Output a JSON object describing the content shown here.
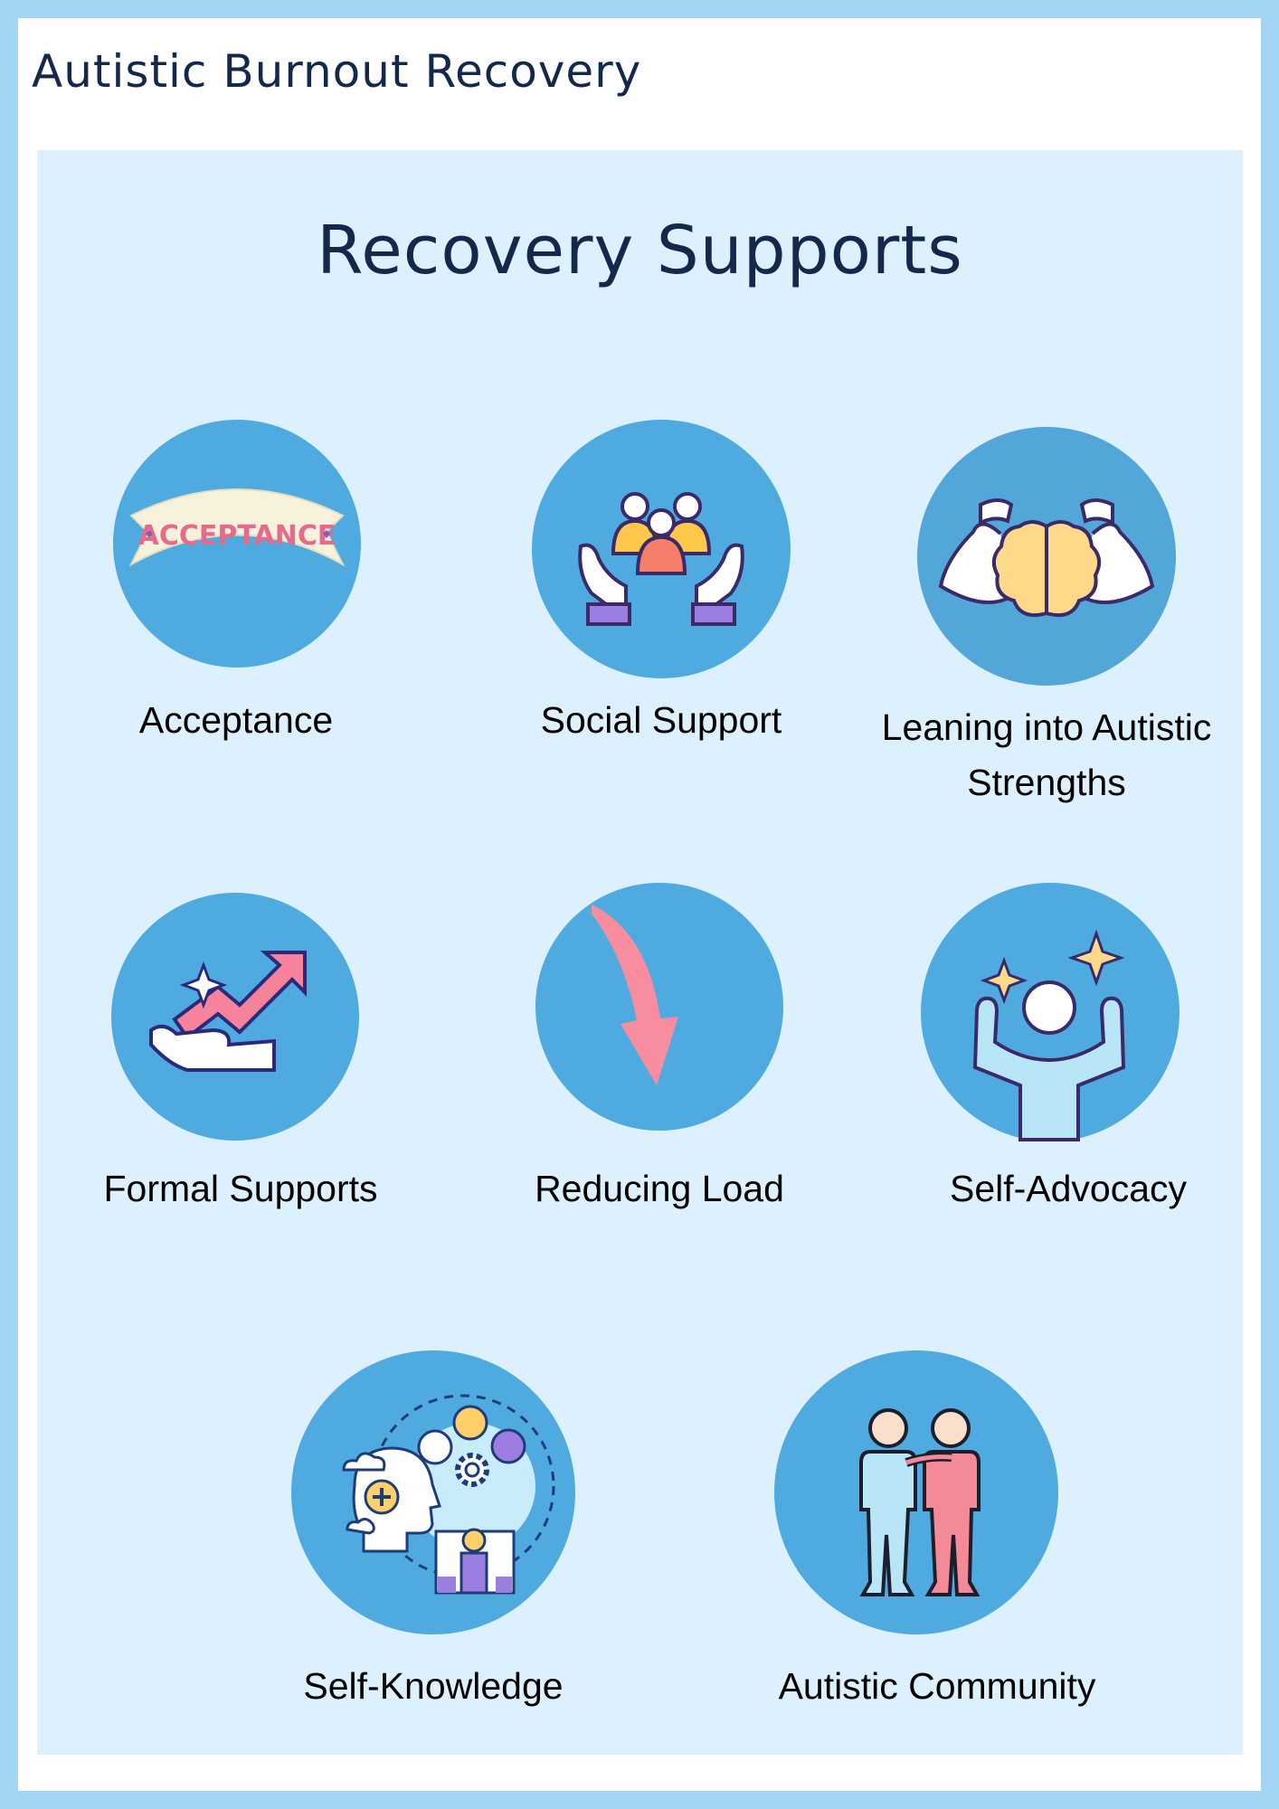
{
  "header": {
    "title": "Autistic Burnout Recovery"
  },
  "panel": {
    "heading": "Recovery Supports"
  },
  "items": [
    {
      "label": "Acceptance",
      "icon": "acceptance-banner-icon",
      "banner_text": "ACCEPTANCE"
    },
    {
      "label": "Social Support",
      "icon": "group-hands-icon"
    },
    {
      "label": "Leaning into Autistic Strengths",
      "icon": "strong-brain-icon"
    },
    {
      "label": "Formal Supports",
      "icon": "hand-growth-arrow-icon"
    },
    {
      "label": "Reducing Load",
      "icon": "down-arrow-icon"
    },
    {
      "label": "Self-Advocacy",
      "icon": "flexing-person-icon"
    },
    {
      "label": "Self-Knowledge",
      "icon": "mind-reflection-icon"
    },
    {
      "label": "Autistic Community",
      "icon": "two-people-icon"
    }
  ],
  "colors": {
    "frame": "#a3d4f3",
    "panel": "#ddf0fd",
    "circle": "#4fabdf",
    "heading": "#14284b"
  }
}
